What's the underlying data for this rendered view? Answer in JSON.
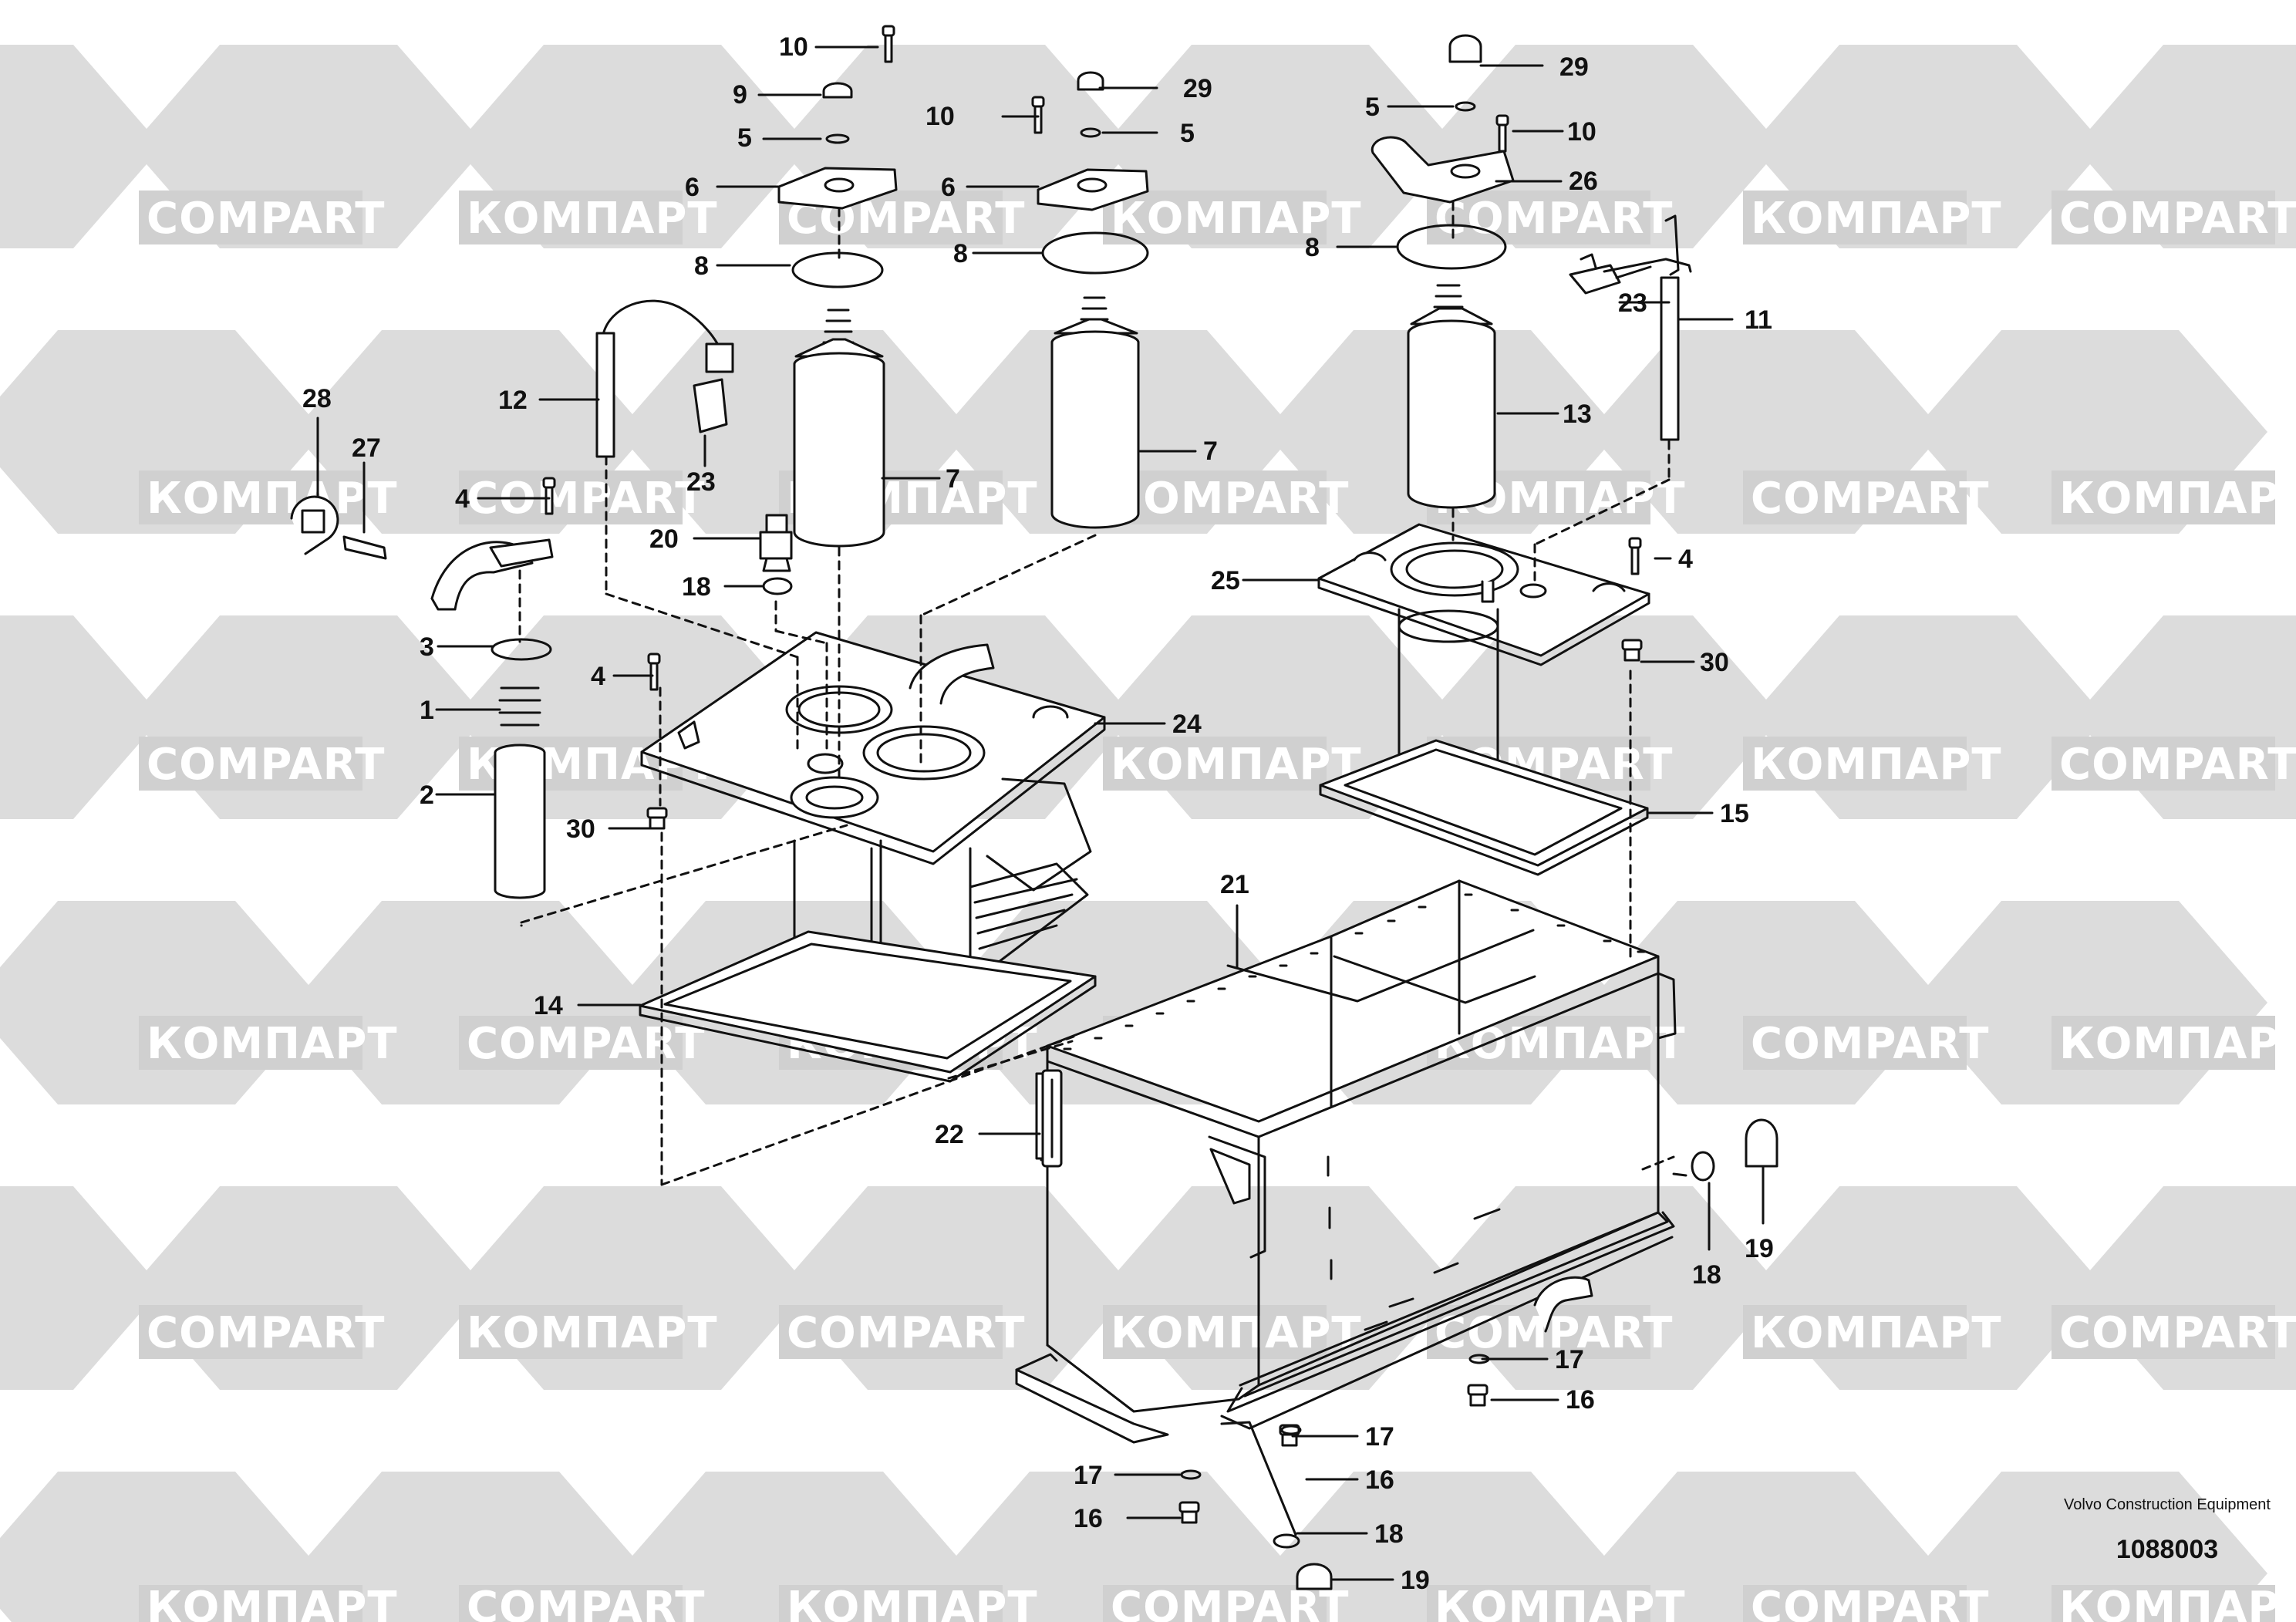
{
  "watermarks": {
    "latin": "COMPART",
    "cyrillic": "КОМПАРТ"
  },
  "footer": {
    "maker": "Volvo Construction Equipment",
    "code": "1088003"
  },
  "callouts": {
    "c10a": "10",
    "c9": "9",
    "c5a": "5",
    "c6a": "6",
    "c8a": "8",
    "c29a": "29",
    "c10b": "10",
    "c5b": "5",
    "c6b": "6",
    "c8b": "8",
    "c29b": "29",
    "c5c": "5",
    "c10c": "10",
    "c26": "26",
    "c8c": "8",
    "c23a": "23",
    "c11": "11",
    "c28": "28",
    "c27": "27",
    "c12": "12",
    "c23b": "23",
    "c7a": "7",
    "c7b": "7",
    "c13": "13",
    "c4a": "4",
    "c20": "20",
    "c18a": "18",
    "c3": "3",
    "c1": "1",
    "c2": "2",
    "c4b": "4",
    "c30a": "30",
    "c24": "24",
    "c25": "25",
    "c4c": "4",
    "c30b": "30",
    "c15": "15",
    "c21": "21",
    "c14": "14",
    "c22": "22",
    "c18b": "18",
    "c19a": "19",
    "c17a": "17",
    "c16a": "16",
    "c17b": "17",
    "c16b": "16",
    "c17c": "17",
    "c16c": "16",
    "c18c": "18",
    "c19b": "19"
  }
}
